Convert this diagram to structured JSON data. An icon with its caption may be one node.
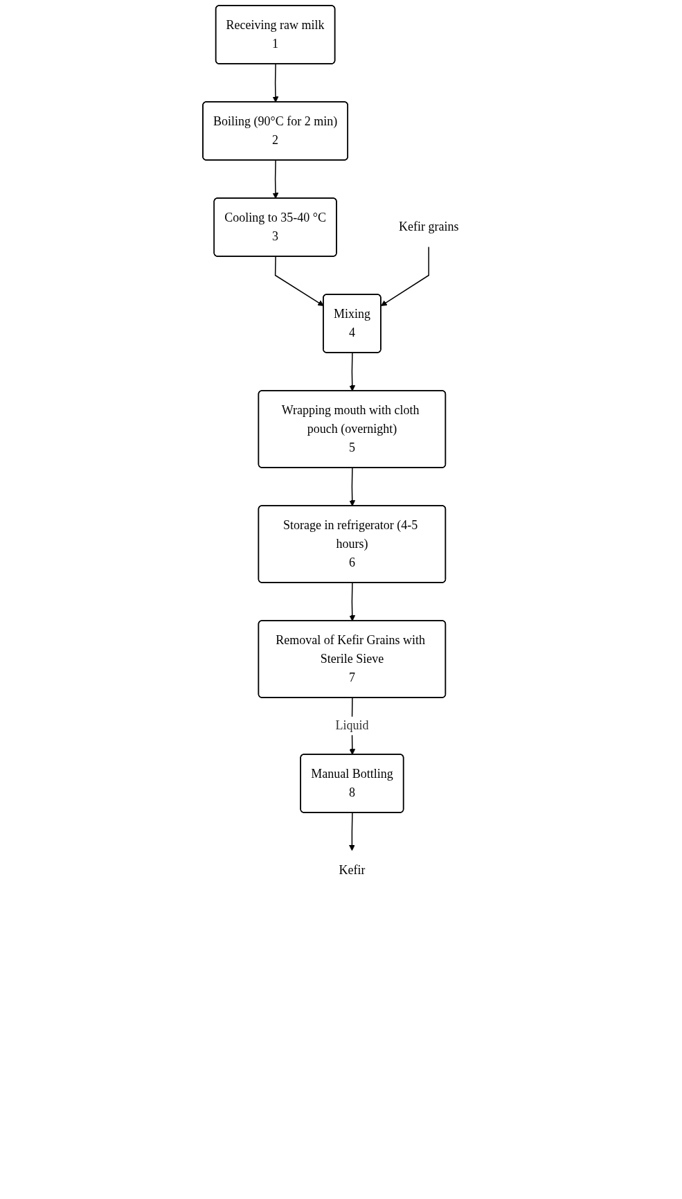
{
  "diagram": {
    "nodes": [
      {
        "text": [
          "Receiving raw milk",
          "1"
        ]
      },
      {
        "text": [
          "Boiling (90°C for 2 min)",
          "2"
        ]
      },
      {
        "text": [
          "Cooling to 35-40 °C",
          "3"
        ]
      },
      {
        "text": [
          "Mixing",
          "4"
        ]
      },
      {
        "text": [
          "Wrapping mouth with cloth pouch (overnight)",
          "5"
        ]
      },
      {
        "text": [
          "Storage in refrigerator (4-5 hours)",
          "6"
        ]
      },
      {
        "text": [
          "Removal of Kefir Grains with Sterile Sieve",
          "7"
        ]
      },
      {
        "text": [
          "Manual Bottling",
          "8"
        ]
      },
      {
        "text": [
          "Kefir grains"
        ]
      },
      {
        "text": [
          "Kefir"
        ]
      }
    ],
    "edges": [
      {
        "from": 0,
        "to": 1,
        "arrow": "to"
      },
      {
        "from": 1,
        "to": 2,
        "arrow": "to"
      },
      {
        "from": 2,
        "to": 3,
        "arrow": "to"
      },
      {
        "from": 8,
        "to": 3,
        "arrow": "to"
      },
      {
        "from": 3,
        "to": 4,
        "arrow": "to"
      },
      {
        "from": 4,
        "to": 5,
        "arrow": "to"
      },
      {
        "from": 5,
        "to": 6,
        "arrow": "to"
      },
      {
        "from": 6,
        "to": 7,
        "label": "Liquid",
        "arrow": "to"
      },
      {
        "from": 7,
        "to": 9,
        "arrow": "to"
      }
    ]
  }
}
